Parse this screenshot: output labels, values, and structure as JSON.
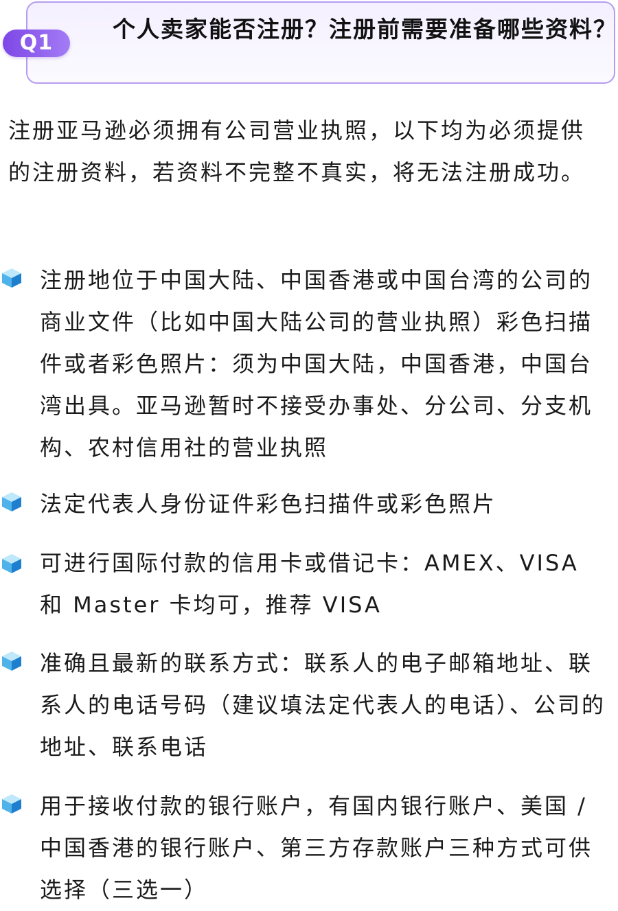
{
  "header": {
    "badge": "Q1",
    "title": "个人卖家能否注册？注册前需要准备哪些资料？"
  },
  "intro": "注册亚马逊必须拥有公司营业执照，以下均为必须提供的注册资料，若资料不完整不真实，将无法注册成功。",
  "bullets": [
    {
      "icon": "cube-icon",
      "text": "注册地位于中国大陆、中国香港或中国台湾的公司的商业文件（比如中国大陆公司的营业执照）彩色扫描件或者彩色照片：须为中国大陆，中国香港，中国台湾出具。亚马逊暂时不接受办事处、分公司、分支机构、农村信用社的营业执照"
    },
    {
      "icon": "cube-icon",
      "text": "法定代表人身份证件彩色扫描件或彩色照片"
    },
    {
      "icon": "cube-icon",
      "text": "可进行国际付款的信用卡或借记卡：AMEX、VISA 和 Master 卡均可，推荐 VISA"
    },
    {
      "icon": "cube-icon",
      "text": "准确且最新的联系方式：联系人的电子邮箱地址、联系人的电话号码（建议填法定代表人的电话）、公司的地址、联系电话"
    },
    {
      "icon": "cube-icon",
      "text": "用于接收付款的银行账户，有国内银行账户、美国 / 中国香港的银行账户、第三方存款账户三种方式可供选择（三选一）"
    }
  ]
}
